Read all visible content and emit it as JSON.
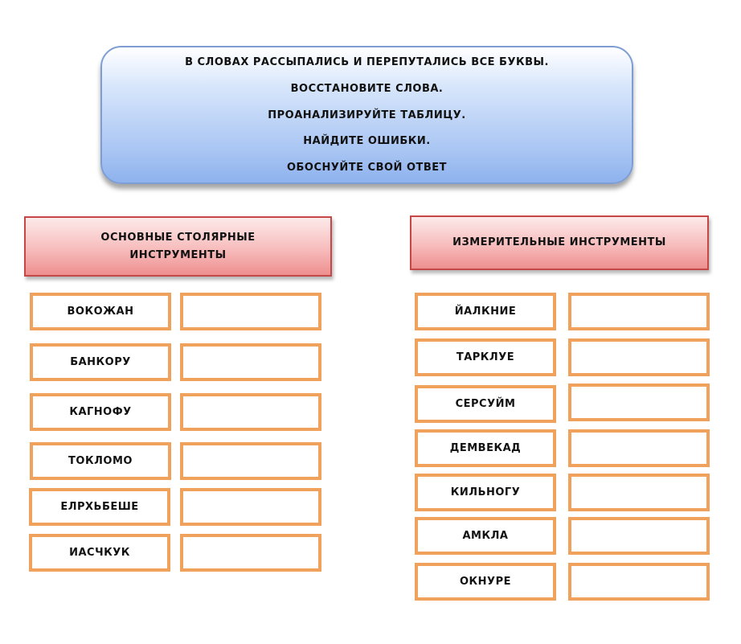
{
  "instructions": {
    "lines": [
      "В СЛОВАХ РАССЫПАЛИСЬ И ПЕРЕПУТАЛИСЬ ВСЕ БУКВЫ.",
      "ВОССТАНОВИТЕ СЛОВА.",
      "ПРОАНАЛИЗИРУЙТЕ ТАБЛИЦУ.",
      "НАЙДИТЕ ОШИБКИ.",
      "ОБОСНУЙТЕ СВОЙ ОТВЕТ"
    ]
  },
  "left_group": {
    "title": "ОСНОВНЫЕ СТОЛЯРНЫЕ\nИНСТРУМЕНТЫ",
    "words": [
      "ВОКОЖАН",
      "БАНКОРУ",
      "КАГНОФУ",
      "ТОКЛОМО",
      "ЕЛРХЬБЕШЕ",
      "ИАСЧКУК"
    ]
  },
  "right_group": {
    "title": "ИЗМЕРИТЕЛЬНЫЕ ИНСТРУМЕНТЫ",
    "words": [
      "ЙАЛКНИЕ",
      "ТАРКЛУЕ",
      "СЕРСУЙМ",
      "ДЕМВЕКАД",
      "КИЛЬНОГУ",
      "АМКЛА",
      "ОКНУРЕ"
    ]
  },
  "colors": {
    "instruction_fill": "#aac6f3",
    "header_fill": "#f7bcbc",
    "cell_border": "#f0a25c"
  }
}
